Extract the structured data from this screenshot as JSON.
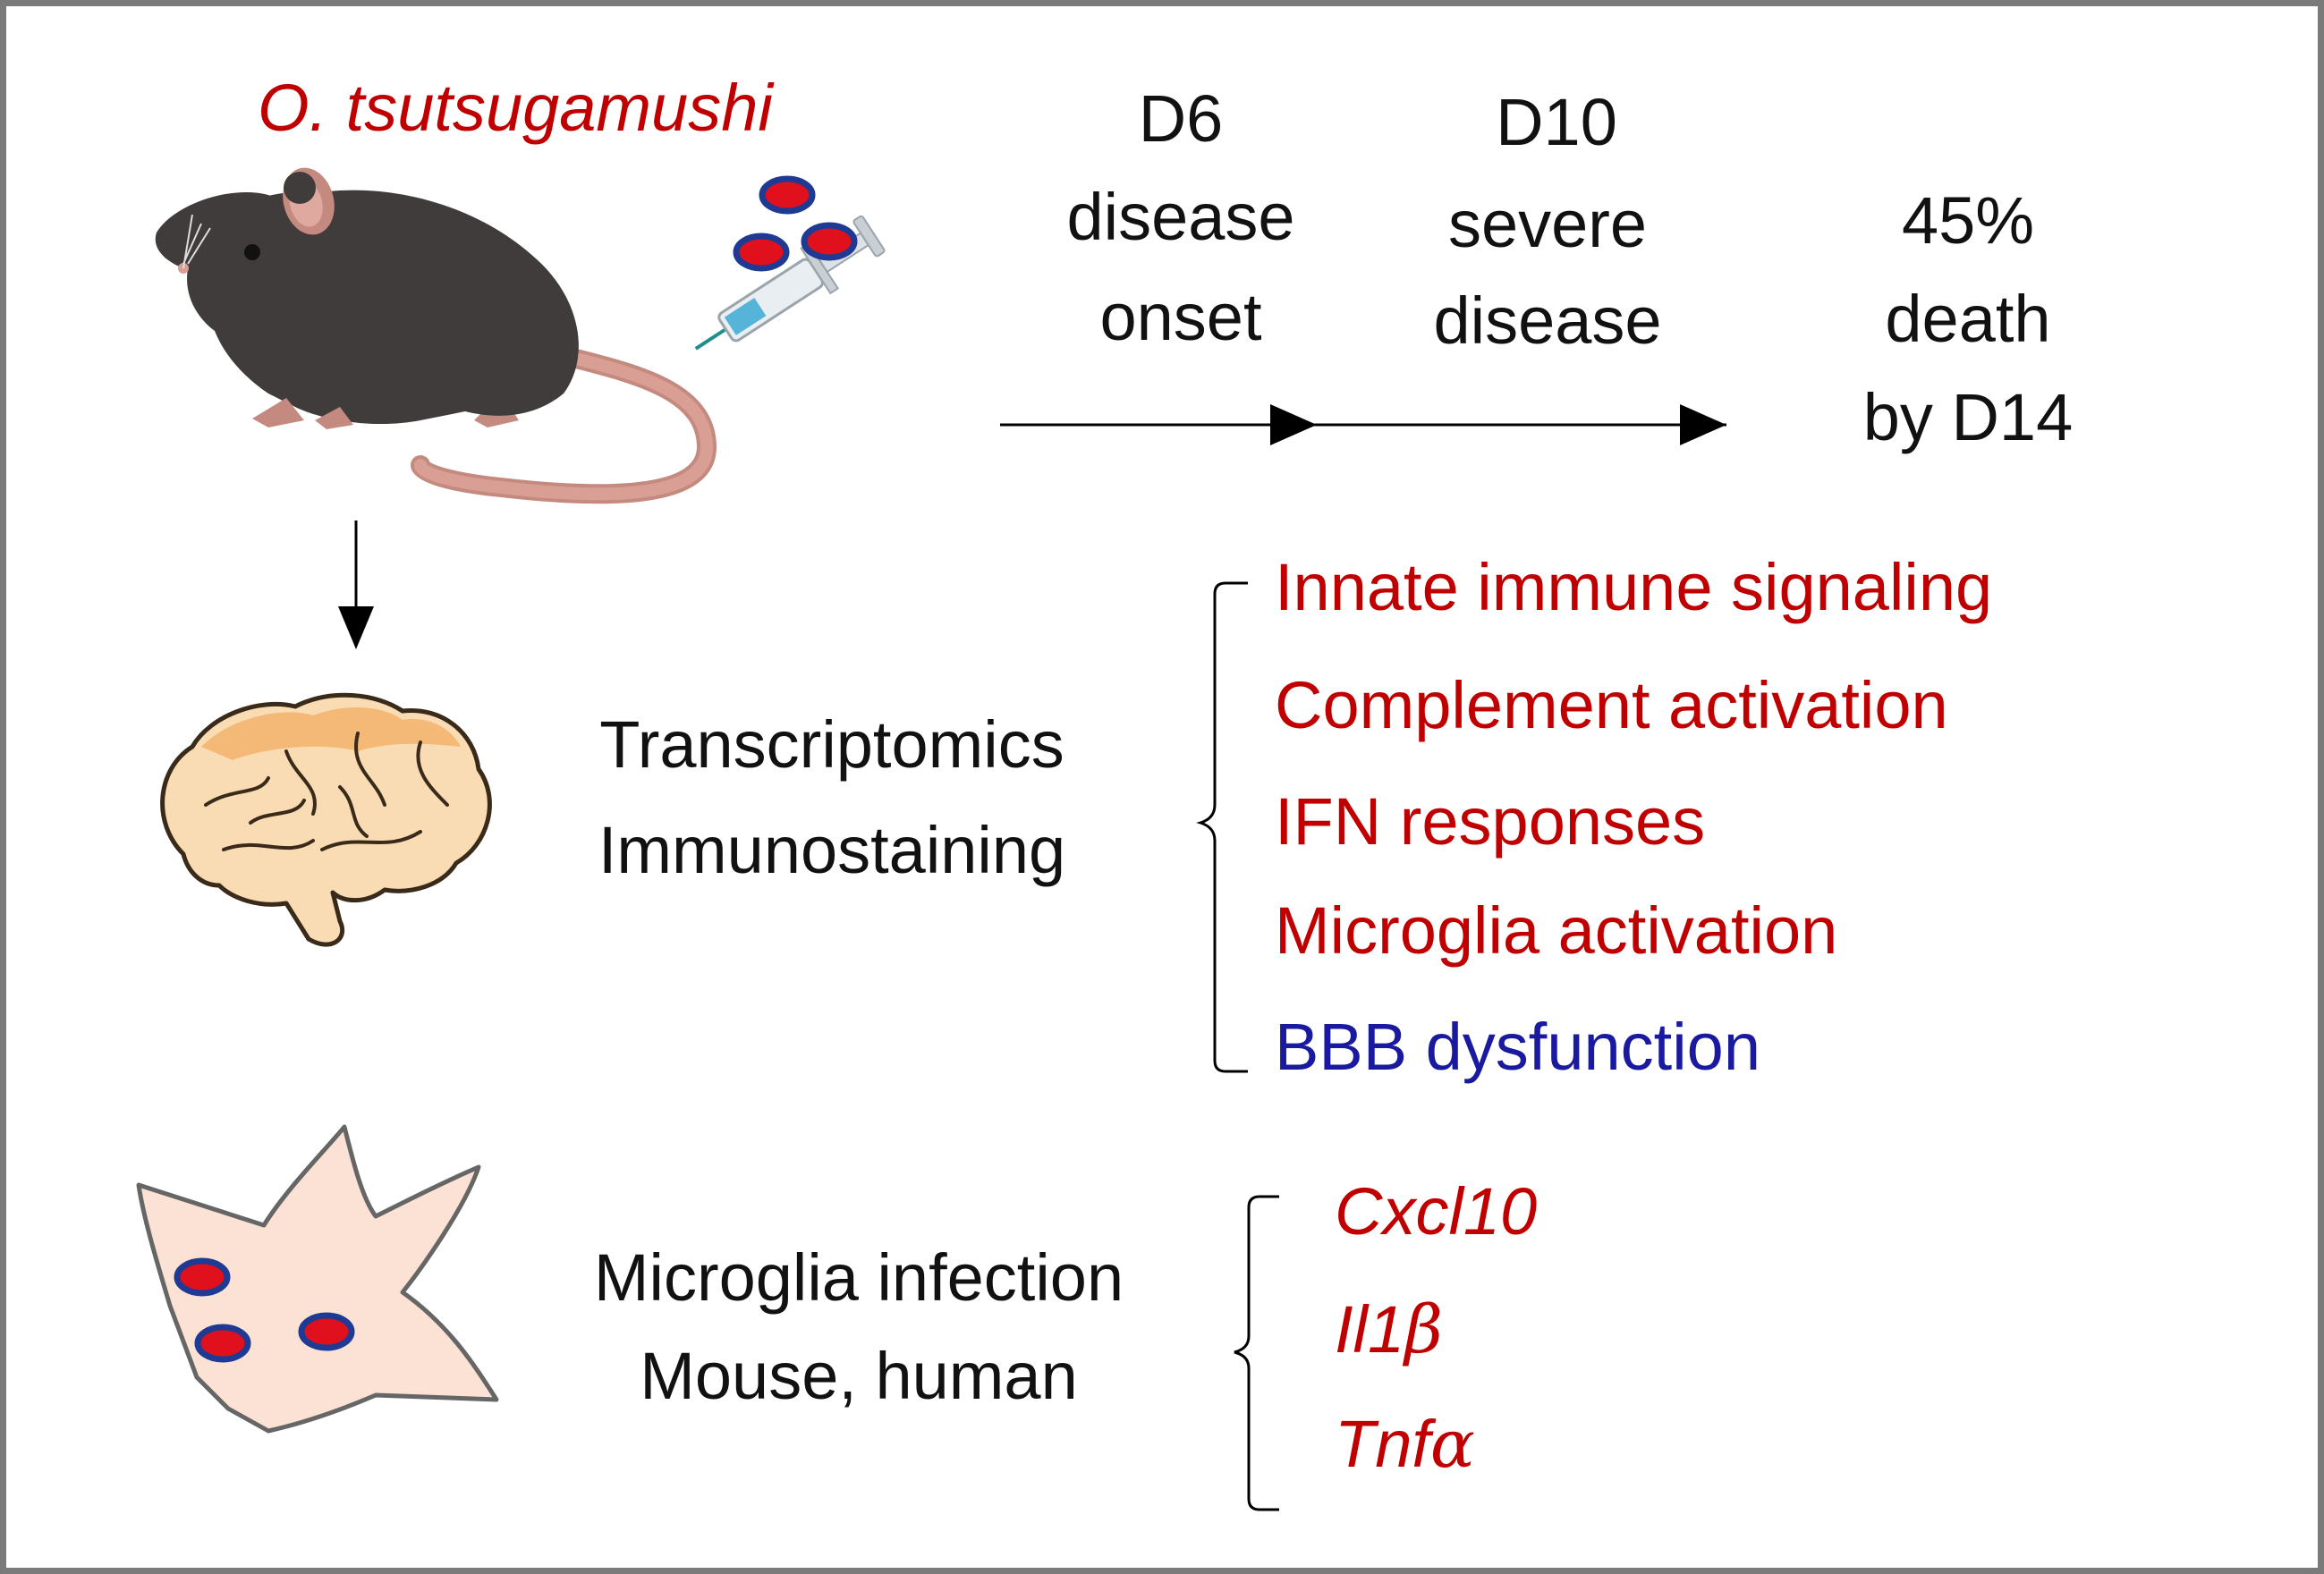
{
  "pathogen_label": "O. tsutsugamushi",
  "timeline": {
    "d6": [
      "D6",
      "disease",
      "onset"
    ],
    "d10": [
      "D10",
      "severe",
      "disease"
    ],
    "outcome": [
      "45%",
      "death",
      "by D14"
    ]
  },
  "brain_methods": [
    "Transcriptomics",
    "Immunostaining"
  ],
  "brain_findings": [
    {
      "text": "Innate immune signaling",
      "color": "#c00000"
    },
    {
      "text": "Complement activation",
      "color": "#c00000"
    },
    {
      "text": "IFN responses",
      "color": "#c00000"
    },
    {
      "text": "Microglia activation",
      "color": "#c00000"
    },
    {
      "text": "BBB dysfunction",
      "color": "#1a1aa0"
    }
  ],
  "microglia_methods": [
    "Microglia infection",
    "Mouse, human"
  ],
  "microglia_genes": [
    {
      "base": "Cxcl10",
      "greek": ""
    },
    {
      "base": "Il1",
      "greek": "β"
    },
    {
      "base": "Tnf",
      "greek": "α"
    }
  ],
  "colors": {
    "red_text": "#c00000",
    "blue_text": "#1a1aa0",
    "bacteria_fill": "#e0101c",
    "bacteria_outline": "#1f3a93",
    "mouse_body": "#3f3c3b",
    "brain_fill": "#f9dcb4",
    "microglia_fill": "#fbe2d4"
  },
  "icons": [
    "mouse-icon",
    "syringe-icon",
    "bacteria-icon",
    "brain-icon",
    "microglia-cell-icon"
  ]
}
